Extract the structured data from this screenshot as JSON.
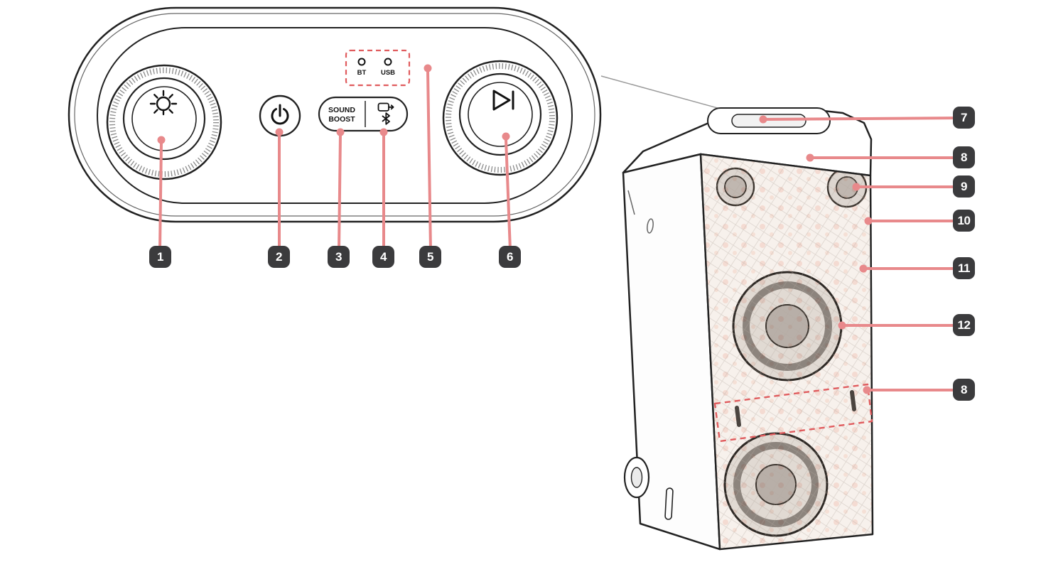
{
  "colors": {
    "background": "#ffffff",
    "outline": "#222222",
    "leader_line": "#e8898b",
    "dashed_highlight": "#e05c5e",
    "badge_background": "#3b3b3d",
    "badge_text": "#ffffff",
    "grille_fill": "#f7f1ec"
  },
  "control_panel": {
    "sound_boost_label_line1": "SOUND",
    "sound_boost_label_line2": "BOOST",
    "indicator_bt_label": "BT",
    "indicator_usb_label": "USB",
    "icons": {
      "lighting_knob": "lighting-icon",
      "power_button": "power-icon",
      "function_button_top": "input-source-icon",
      "function_button_bottom": "bluetooth-icon",
      "playback_knob": "play-pause-icon"
    }
  },
  "callouts": [
    {
      "label": "1",
      "points_to": "lighting-knob"
    },
    {
      "label": "2",
      "points_to": "power-button"
    },
    {
      "label": "3",
      "points_to": "sound-boost-button"
    },
    {
      "label": "4",
      "points_to": "function-bluetooth-button"
    },
    {
      "label": "5",
      "points_to": "bt-usb-indicators"
    },
    {
      "label": "6",
      "points_to": "play-pause-knob"
    },
    {
      "label": "7",
      "points_to": "top-panel-handle"
    },
    {
      "label": "8",
      "points_to": "front-indicator"
    },
    {
      "label": "9",
      "points_to": "tweeter"
    },
    {
      "label": "10",
      "points_to": "cabinet-edge"
    },
    {
      "label": "11",
      "points_to": "speaker-grille"
    },
    {
      "label": "12",
      "points_to": "woofer"
    },
    {
      "label": "8",
      "points_to": "side-grip-handles"
    }
  ]
}
